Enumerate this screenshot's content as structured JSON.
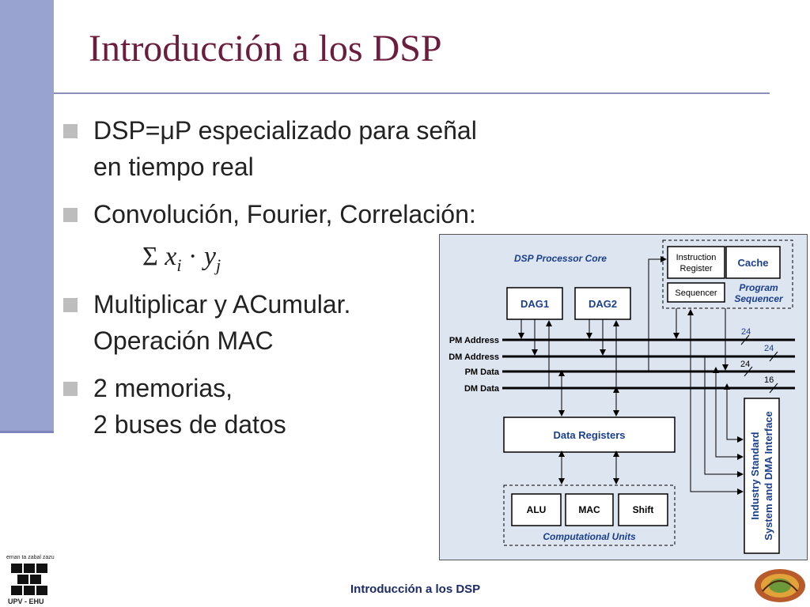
{
  "slide": {
    "title": "Introducción a los DSP",
    "bullets": [
      {
        "lines": [
          "DSP=μP especializado para señal",
          "en tiempo real"
        ]
      },
      {
        "lines": [
          "Convolución, Fourier, Correlación:"
        ]
      },
      {
        "lines": [
          "Multiplicar y ACumular.",
          "Operación MAC"
        ]
      },
      {
        "lines": [
          "2 memorias,",
          "2 buses de datos"
        ]
      }
    ],
    "formula": {
      "sigma": "Σ",
      "x": "x",
      "xi": "i",
      "dot": "·",
      "y": "y",
      "yj": "j"
    }
  },
  "diagram": {
    "core_label": "DSP Processor Core",
    "dag1": "DAG1",
    "dag2": "DAG2",
    "instr_reg": [
      "Instruction",
      "Register"
    ],
    "cache": "Cache",
    "sequencer": "Sequencer",
    "prog_seq": [
      "Program",
      "Sequencer"
    ],
    "buses": [
      "PM Address",
      "DM Address",
      "PM Data",
      "DM Data"
    ],
    "bus_widths": [
      "24",
      "24",
      "24",
      "16"
    ],
    "data_registers": "Data Registers",
    "alu": "ALU",
    "mac": "MAC",
    "shift": "Shift",
    "comp_units": "Computational Units",
    "dma": [
      "Industry Standard",
      "System and DMA Interface"
    ]
  },
  "footer": {
    "text": "Introducción a los DSP",
    "logo_upv_top": "eman ta zabal zazu",
    "logo_upv_caption": "UPV - EHU"
  },
  "colors": {
    "title": "#6b1d3d",
    "side_bar": "#99a3d0",
    "diagram_bg": "#dde5f0",
    "diagram_text": "#1a3f8f",
    "footer_text": "#1c2a66"
  }
}
